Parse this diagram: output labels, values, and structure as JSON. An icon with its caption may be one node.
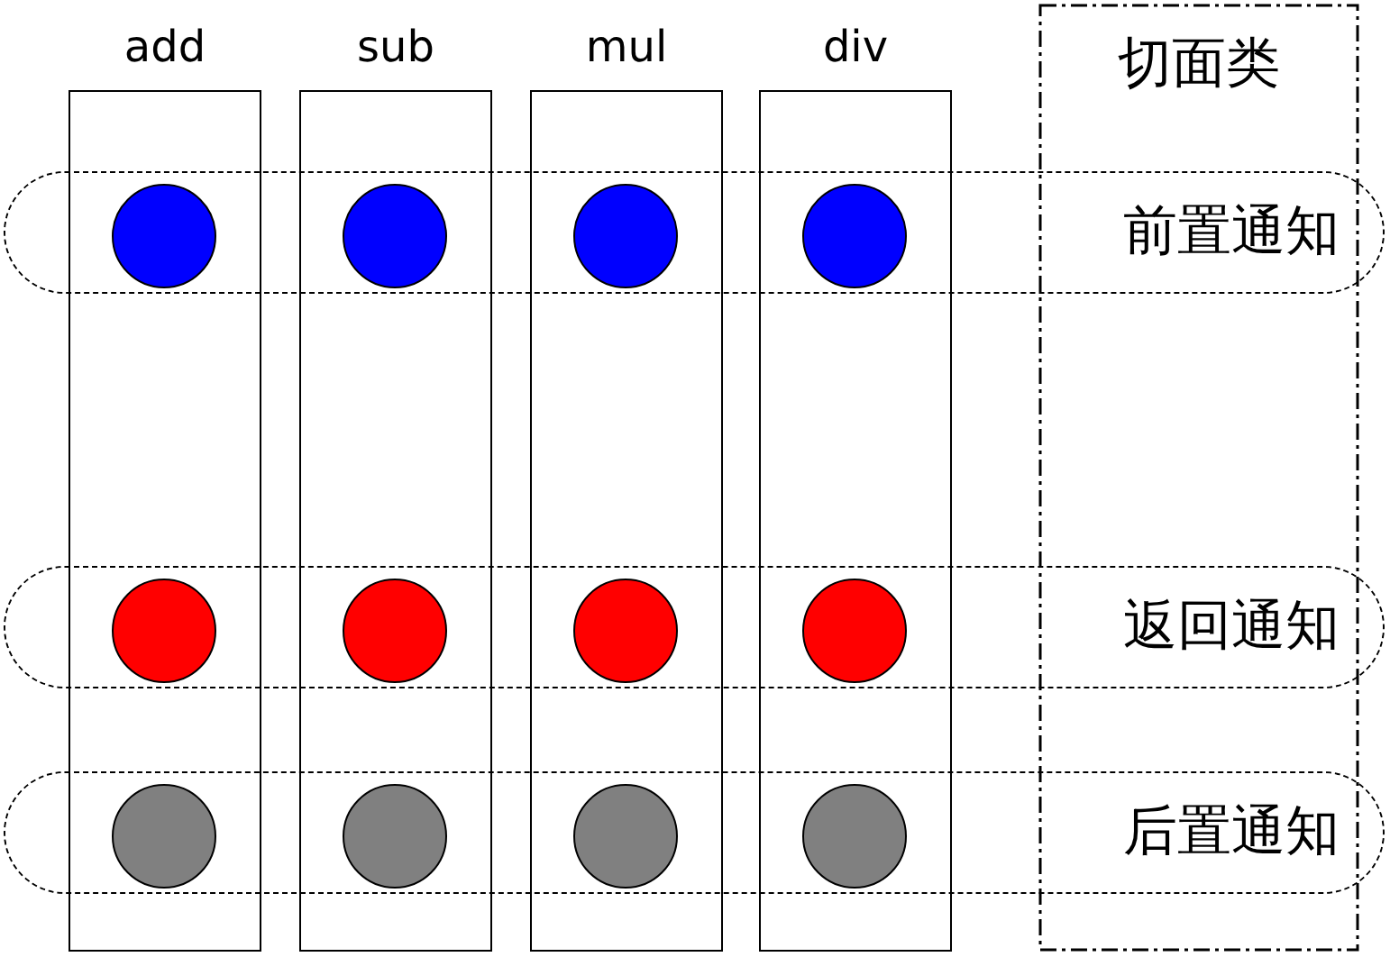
{
  "diagram": {
    "nodes": [
      {
        "text": [
          "add"
        ]
      },
      {
        "text": [
          "sub"
        ]
      },
      {
        "text": [
          "mul"
        ]
      },
      {
        "text": [
          "div"
        ]
      },
      {
        "text": [
          "切面类"
        ]
      },
      {
        "text": [
          "前置通知"
        ]
      },
      {
        "text": [
          "返回通知"
        ]
      },
      {
        "text": [
          "后置通知"
        ]
      },
      {
        "text": [],
        "shape": "circle"
      },
      {
        "text": [],
        "shape": "circle"
      },
      {
        "text": [],
        "shape": "circle"
      },
      {
        "text": [],
        "shape": "circle"
      },
      {
        "text": [],
        "shape": "circle"
      },
      {
        "text": [],
        "shape": "circle"
      },
      {
        "text": [],
        "shape": "circle"
      },
      {
        "text": [],
        "shape": "circle"
      },
      {
        "text": [],
        "shape": "circle"
      },
      {
        "text": [],
        "shape": "circle"
      },
      {
        "text": [],
        "shape": "circle"
      },
      {
        "text": [],
        "shape": "circle"
      }
    ]
  }
}
